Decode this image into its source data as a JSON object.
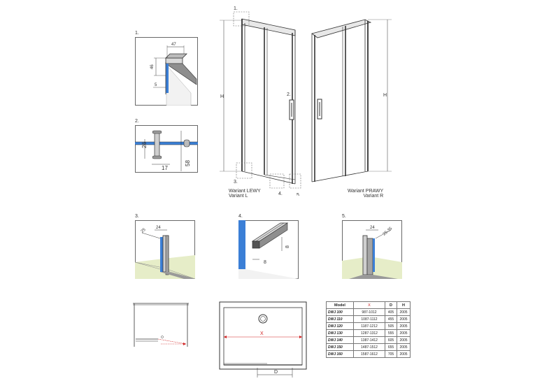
{
  "detail_labels": [
    "1.",
    "2.",
    "3.",
    "4.",
    "5."
  ],
  "dims": {
    "d1_width": "47",
    "d1_height": "46",
    "d1_gap": "5",
    "d2_a": "26",
    "d2_b": "17",
    "d2_c": "58",
    "d3_a": "25",
    "d3_b": "24",
    "d4_a": "8",
    "d4_b": "8",
    "d5_a": "24",
    "d5_b": "25-35",
    "H": "H",
    "X": "X",
    "D": "D"
  },
  "variants": {
    "left_line1": "Wariant LEWY",
    "left_line2": "Variant L",
    "right_line1": "Wariant PRAWY",
    "right_line2": "Variant R"
  },
  "table": {
    "headers": [
      "Model",
      "X",
      "D",
      "H"
    ],
    "rows": [
      [
        "DWJ 100",
        "987-1012",
        "405",
        "2005"
      ],
      [
        "DWJ 110",
        "1087-1112",
        "455",
        "2005"
      ],
      [
        "DWJ 120",
        "1187-1212",
        "505",
        "2005"
      ],
      [
        "DWJ 130",
        "1287-1312",
        "555",
        "2005"
      ],
      [
        "DWJ 140",
        "1387-1412",
        "605",
        "2005"
      ],
      [
        "DWJ 150",
        "1487-1512",
        "655",
        "2005"
      ],
      [
        "DWJ 160",
        "1587-1612",
        "705",
        "2005"
      ]
    ]
  },
  "colors": {
    "x_dimension": "#d02020",
    "glass": "#3b7fd6",
    "floor": "#e6edc8"
  }
}
